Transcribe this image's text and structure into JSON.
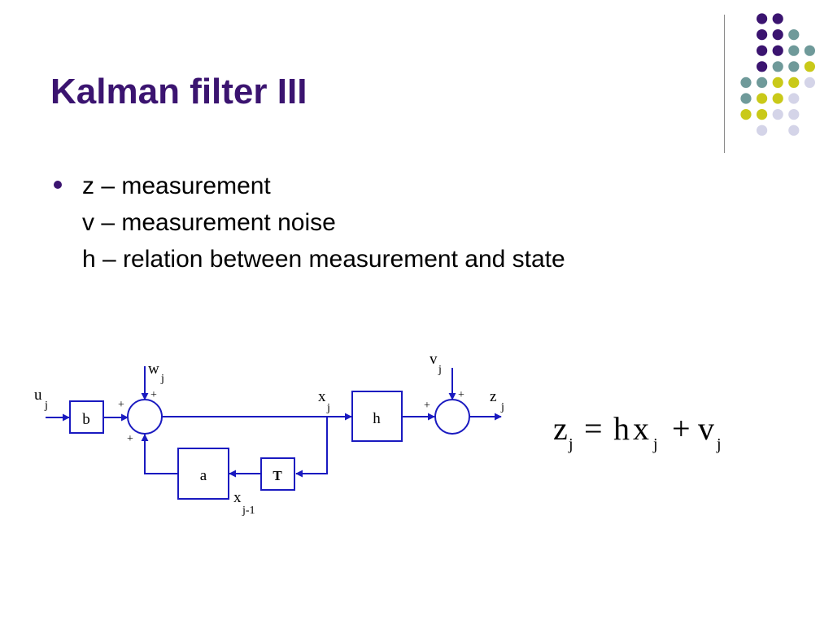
{
  "slide": {
    "title": "Kalman filter III",
    "bullet_lines": [
      "z – measurement",
      "v – measurement noise",
      "h – relation between measurement and state"
    ]
  },
  "colors": {
    "title": "#3b1470",
    "diagram_blue": "#1a1ac0",
    "dot_purple": "#3b1470",
    "dot_teal": "#6f9a9a",
    "dot_yellow": "#c9c919",
    "dot_lavender": "#d4d4e8"
  },
  "diagram": {
    "blocks": {
      "b": "b",
      "a": "a",
      "T": "T",
      "h": "h"
    },
    "signals": {
      "u": {
        "main": "u",
        "sub": "j"
      },
      "w": {
        "main": "w",
        "sub": "j"
      },
      "x": {
        "main": "x",
        "sub": "j"
      },
      "xprev": {
        "main": "x",
        "sub": "j-1"
      },
      "v": {
        "main": "v",
        "sub": "j"
      },
      "z": {
        "main": "z",
        "sub": "j"
      }
    },
    "plus": "+"
  },
  "equation": {
    "lhs_main": "z",
    "lhs_sub": "j",
    "eq": "=",
    "h": "h",
    "x_main": "x",
    "x_sub": "j",
    "plus": "+",
    "v_main": "v",
    "v_sub": "j"
  }
}
